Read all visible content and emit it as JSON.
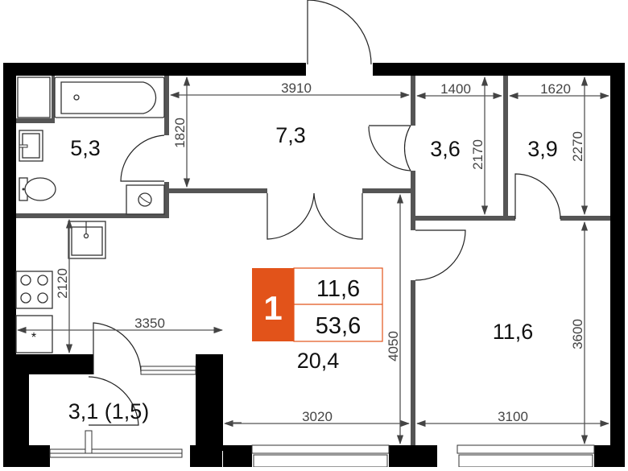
{
  "plan": {
    "type": "apartment-floor-plan",
    "badge": {
      "rooms_count": "1",
      "living_area": "11,6",
      "total_area": "53,6",
      "accent_color": "#e2531a"
    },
    "rooms": [
      {
        "id": "bathroom",
        "area": "5,3"
      },
      {
        "id": "hallway",
        "area": "7,3"
      },
      {
        "id": "storage-1",
        "area": "3,6"
      },
      {
        "id": "storage-2",
        "area": "3,9"
      },
      {
        "id": "kitchen-living",
        "area": "20,4"
      },
      {
        "id": "bedroom",
        "area": "11,6"
      },
      {
        "id": "balcony",
        "area": "3,1 (1,5)"
      }
    ],
    "dimensions": {
      "hall_width": "3910",
      "hall_depth": "1820",
      "storage1_width": "1400",
      "storage1_depth": "2170",
      "storage2_width": "1620",
      "storage2_depth": "2270",
      "kitchen_depth": "2120",
      "kitchen_width": "3350",
      "living_depth": "4050",
      "living_width": "3020",
      "bedroom_width": "3100",
      "bedroom_depth": "3600"
    },
    "colors": {
      "exterior_wall": "#000000",
      "interior_wall": "#555555",
      "dimension_line": "#555555"
    }
  }
}
